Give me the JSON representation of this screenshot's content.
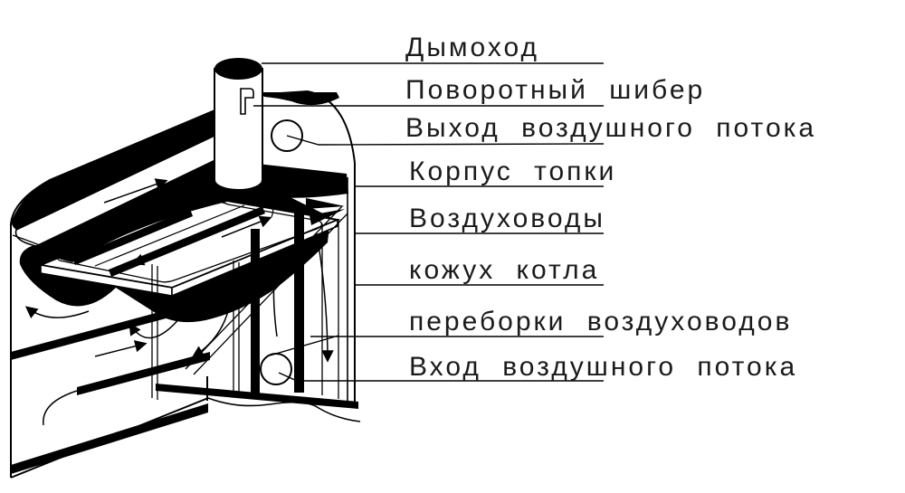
{
  "diagram": {
    "kind": "technical-cutaway-drawing",
    "labels": [
      {
        "id": "chimney",
        "text": "Дымоход"
      },
      {
        "id": "rotary-damper",
        "text": "Поворотный шибер"
      },
      {
        "id": "air-outlet",
        "text": "Выход воздушного потока"
      },
      {
        "id": "firebox-body",
        "text": "Корпус топки"
      },
      {
        "id": "air-ducts",
        "text": "Воздуховоды"
      },
      {
        "id": "boiler-casing",
        "text": "кожух котла"
      },
      {
        "id": "duct-partitions",
        "text": "переборки воздуховодов"
      },
      {
        "id": "air-inlet",
        "text": "Вход воздушного потока"
      }
    ],
    "colors": {
      "ink": "#000000",
      "paper": "#ffffff"
    }
  }
}
